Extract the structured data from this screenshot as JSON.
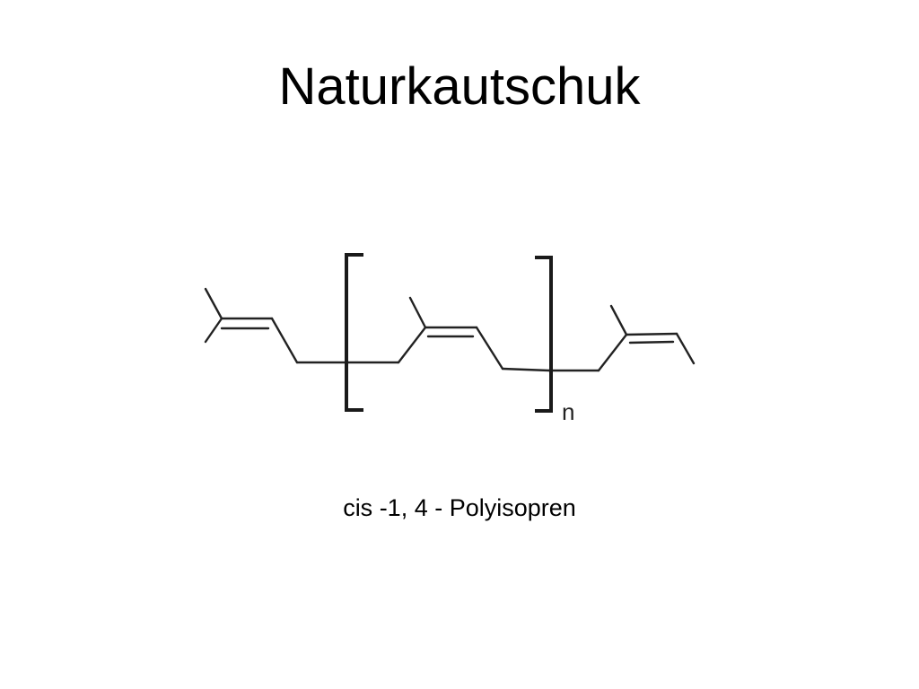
{
  "slide": {
    "title": "Naturkautschuk",
    "caption": "cis -1, 4 - Polyisopren"
  },
  "structure": {
    "repeat_subscript": "n",
    "bond_color": "#222222"
  }
}
